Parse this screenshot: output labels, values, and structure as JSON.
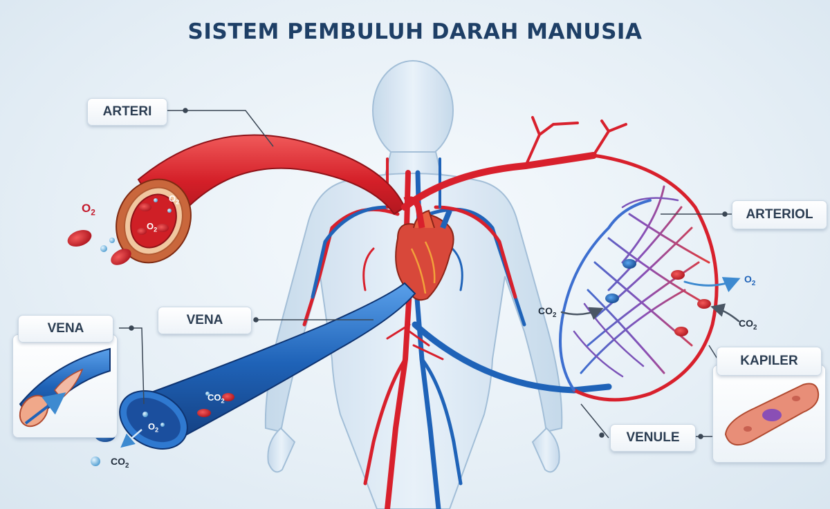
{
  "title": "SISTEM PEMBULUH DARAH MANUSIA",
  "labels": {
    "arteri": "ARTERI",
    "vena_inset": "VENA",
    "vena": "VENA",
    "arteriol": "ARTERIOL",
    "kapiler": "KAPILER",
    "venule": "VENULE"
  },
  "chem": {
    "co": "CO",
    "o": "O",
    "two": "2"
  },
  "colors": {
    "artery": "#d8202c",
    "vein": "#1f63b8",
    "title": "#1e3f66",
    "body": "#c9dcec"
  }
}
